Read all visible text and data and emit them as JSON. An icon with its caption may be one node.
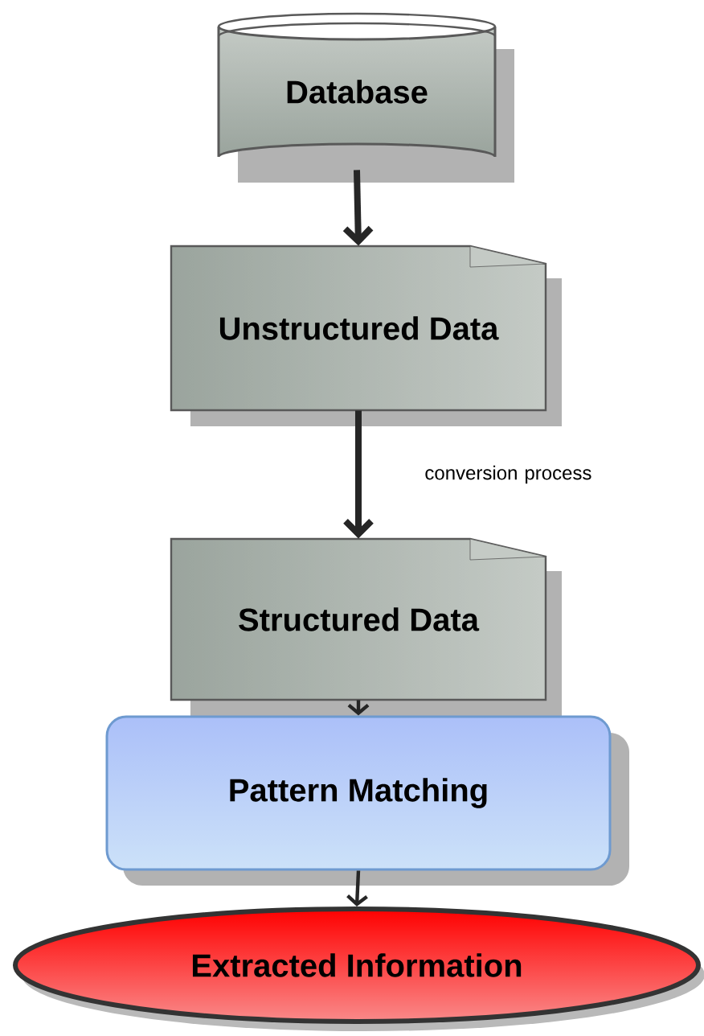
{
  "diagram": {
    "nodes": [
      {
        "text": [
          "Database"
        ]
      },
      {
        "text": [
          "Unstructured Data"
        ]
      },
      {
        "text": [
          "Structured Data"
        ]
      },
      {
        "text": [
          "Pattern Matching"
        ]
      },
      {
        "text": [
          "Extracted Information"
        ]
      }
    ],
    "edges": [
      {
        "from": 0,
        "to": 1,
        "arrow": "to",
        "style": "thick"
      },
      {
        "from": 1,
        "to": 2,
        "arrow": "to",
        "style": "thick",
        "label": "conversion process"
      },
      {
        "from": 2,
        "to": 3,
        "arrow": "to"
      },
      {
        "from": 3,
        "to": 4,
        "arrow": "to"
      }
    ]
  }
}
